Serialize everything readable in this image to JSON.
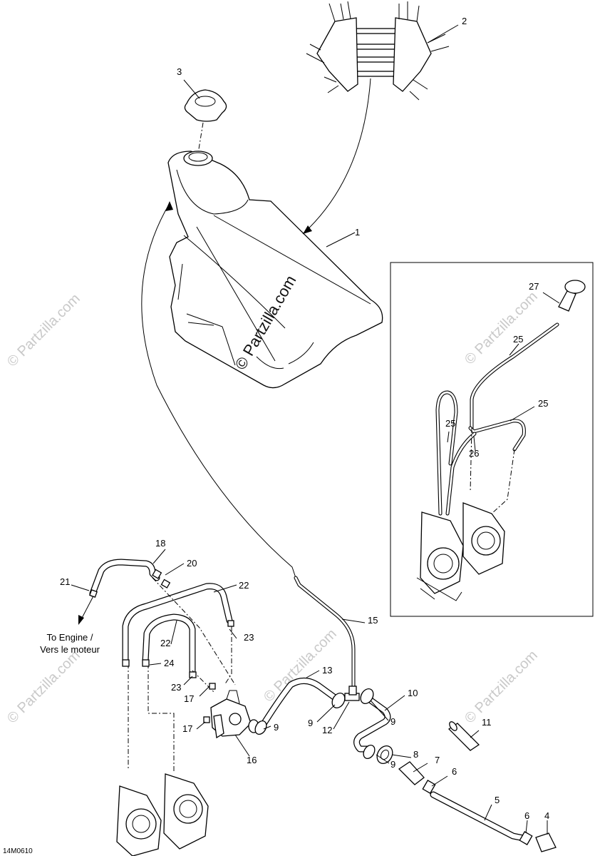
{
  "callouts": [
    {
      "id": "c1",
      "text": "1"
    },
    {
      "id": "c2",
      "text": "2"
    },
    {
      "id": "c3",
      "text": "3"
    },
    {
      "id": "c4",
      "text": "4"
    },
    {
      "id": "c5",
      "text": "5"
    },
    {
      "id": "c6a",
      "text": "6"
    },
    {
      "id": "c6b",
      "text": "6"
    },
    {
      "id": "c7",
      "text": "7"
    },
    {
      "id": "c8",
      "text": "8"
    },
    {
      "id": "c9a",
      "text": "9"
    },
    {
      "id": "c9b",
      "text": "9"
    },
    {
      "id": "c9c",
      "text": "9"
    },
    {
      "id": "c9d",
      "text": "9"
    },
    {
      "id": "c10",
      "text": "10"
    },
    {
      "id": "c11",
      "text": "11"
    },
    {
      "id": "c12",
      "text": "12"
    },
    {
      "id": "c13",
      "text": "13"
    },
    {
      "id": "c15",
      "text": "15"
    },
    {
      "id": "c16",
      "text": "16"
    },
    {
      "id": "c17a",
      "text": "17"
    },
    {
      "id": "c17b",
      "text": "17"
    },
    {
      "id": "c18",
      "text": "18"
    },
    {
      "id": "c20",
      "text": "20"
    },
    {
      "id": "c21",
      "text": "21"
    },
    {
      "id": "c22a",
      "text": "22"
    },
    {
      "id": "c22b",
      "text": "22"
    },
    {
      "id": "c23a",
      "text": "23"
    },
    {
      "id": "c23b",
      "text": "23"
    },
    {
      "id": "c24",
      "text": "24"
    },
    {
      "id": "c25a",
      "text": "25"
    },
    {
      "id": "c25b",
      "text": "25"
    },
    {
      "id": "c25c",
      "text": "25"
    },
    {
      "id": "c26",
      "text": "26"
    },
    {
      "id": "c27",
      "text": "27"
    }
  ],
  "note": {
    "line1": "To Engine /",
    "line2": "Vers le moteur"
  },
  "diagram_code": "14M0610",
  "watermark": {
    "main": "© Partzilla.com",
    "faint": "© Partzilla.com"
  }
}
